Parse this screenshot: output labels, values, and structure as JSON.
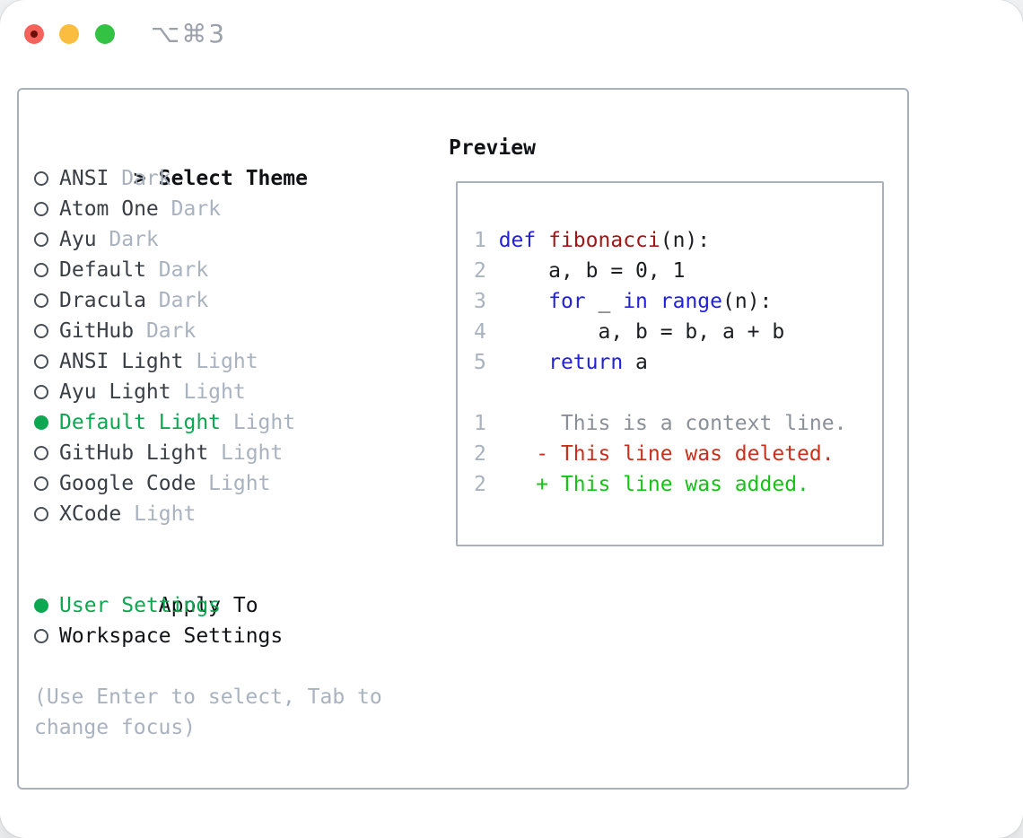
{
  "window": {
    "title": "⌥⌘3",
    "buttons": {
      "close": "close",
      "minimize": "minimize",
      "zoom": "zoom"
    }
  },
  "theme_panel": {
    "header_marker": ">",
    "header": "Select Theme",
    "themes": [
      {
        "name": "ANSI",
        "tag": "Dark",
        "selected": false
      },
      {
        "name": "Atom One",
        "tag": "Dark",
        "selected": false
      },
      {
        "name": "Ayu",
        "tag": "Dark",
        "selected": false
      },
      {
        "name": "Default",
        "tag": "Dark",
        "selected": false
      },
      {
        "name": "Dracula",
        "tag": "Dark",
        "selected": false
      },
      {
        "name": "GitHub",
        "tag": "Dark",
        "selected": false
      },
      {
        "name": "ANSI Light",
        "tag": "Light",
        "selected": false
      },
      {
        "name": "Ayu Light",
        "tag": "Light",
        "selected": false
      },
      {
        "name": "Default Light",
        "tag": "Light",
        "selected": true
      },
      {
        "name": "GitHub Light",
        "tag": "Light",
        "selected": false
      },
      {
        "name": "Google Code",
        "tag": "Light",
        "selected": false
      },
      {
        "name": "XCode",
        "tag": "Light",
        "selected": false
      }
    ],
    "apply_to": {
      "header": "Apply To",
      "options": [
        {
          "label": "User Settings",
          "selected": true
        },
        {
          "label": "Workspace Settings",
          "selected": false
        }
      ]
    },
    "help_text": "(Use Enter to select, Tab to change focus)"
  },
  "preview": {
    "title": "Preview",
    "lines": [
      {
        "num": "1",
        "segs": [
          [
            "def",
            "kw"
          ],
          [
            " ",
            "def"
          ],
          [
            "fibonacci",
            "fn"
          ],
          [
            "(n):",
            "def"
          ]
        ]
      },
      {
        "num": "2",
        "segs": [
          [
            "    a, b = 0, 1",
            "def"
          ]
        ]
      },
      {
        "num": "3",
        "segs": [
          [
            "    ",
            "def"
          ],
          [
            "for",
            "kw"
          ],
          [
            " _ ",
            "def"
          ],
          [
            "in",
            "kw"
          ],
          [
            " ",
            "def"
          ],
          [
            "range",
            "kw"
          ],
          [
            "(n):",
            "def"
          ]
        ]
      },
      {
        "num": "4",
        "segs": [
          [
            "        a, b = b, a + b",
            "def"
          ]
        ]
      },
      {
        "num": "5",
        "segs": [
          [
            "    ",
            "def"
          ],
          [
            "return",
            "kw"
          ],
          [
            " a",
            "def"
          ]
        ]
      },
      {
        "blank": true
      },
      {
        "num": "1",
        "segs": [
          [
            "     This is a context line.",
            "ctx"
          ]
        ]
      },
      {
        "num": "2",
        "segs": [
          [
            "   - This line was deleted.",
            "del"
          ]
        ]
      },
      {
        "num": "2",
        "segs": [
          [
            "   + This line was added.",
            "add"
          ]
        ]
      }
    ]
  },
  "colors": {
    "kw": "#2121dd",
    "fn": "#a31515",
    "def": "#1c1e22",
    "ctx": "#8a9097",
    "del": "#c92f1d",
    "add": "#14c314",
    "num": "#a9b2bf",
    "item_name": "#3a3f46",
    "item_tag": "#a9b2bf",
    "selected_green": "#0ca750",
    "help": "#a9b2bf",
    "near_black": "#101215",
    "radio_ring": "#4a5058"
  }
}
